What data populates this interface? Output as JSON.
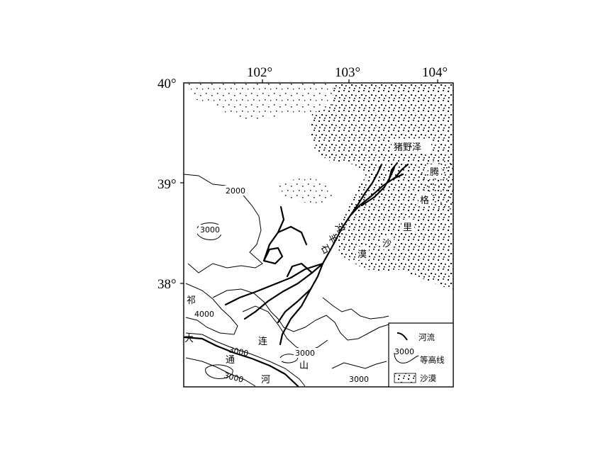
{
  "map": {
    "longitude_ticks": [
      "102°",
      "103°",
      "104°"
    ],
    "latitude_ticks": [
      "40°",
      "39°",
      "38°"
    ],
    "places": {
      "lake": "猪野泽",
      "desert_chars": [
        "腾",
        "格",
        "里",
        "沙",
        "漠"
      ],
      "river_chars": [
        "河",
        "羊",
        "石"
      ],
      "qilian_chars": [
        "祁",
        "连",
        "山"
      ],
      "datong_chars": [
        "大",
        "通",
        "河"
      ]
    },
    "contours": {
      "c2000": "2000",
      "c3000_west": "3000",
      "c4000": "4000",
      "c3000_mid": "3000",
      "c3000_center": "3000",
      "c3000_south": "3000",
      "c3000_se": "3000"
    },
    "legend": {
      "river": "河流",
      "contour_sample": "3000",
      "contour": "等高线",
      "desert": "沙漠"
    }
  }
}
